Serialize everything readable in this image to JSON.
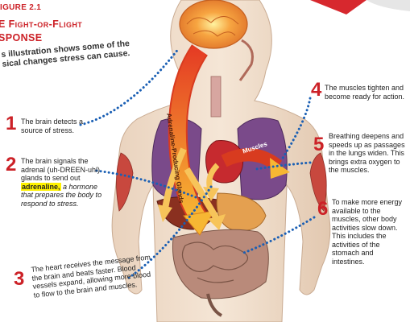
{
  "figure": {
    "label": "IGURE 2.1",
    "title_line1": "E Fight-or-Flight",
    "title_line2": "SPONSE",
    "intro": "s illustration shows some of the sical changes stress can cause."
  },
  "callouts": [
    {
      "number": "1",
      "text": "The brain detects a source of stress."
    },
    {
      "number": "2",
      "text_before": "The brain signals the adrenal (uh-DREEN-uhl) glands to send out",
      "keyword": "adrenaline,",
      "text_after": " a hormone that prepares the body to respond to stress."
    },
    {
      "number": "3",
      "text": "The heart receives the message from the brain and beats faster. Blood vessels expand, allowing more blood to flow to the brain and muscles."
    },
    {
      "number": "4",
      "text": "The muscles tighten and become ready for action."
    },
    {
      "number": "5",
      "text": "Breathing deepens and speeds up as passages in the lungs widen. This brings extra oxygen to the muscles."
    },
    {
      "number": "6",
      "text": "To make more energy available to the muscles, other body activities slow down. This includes the activities of the stomach and intestines."
    }
  ],
  "arrow_labels": {
    "adrenal": "Adrenaline-Producing Glands",
    "muscles": "Muscles"
  },
  "colors": {
    "accent_red": "#cc2127",
    "dot_blue": "#1a5fb4",
    "highlight": "#fff200",
    "arrow_orange": "#f7941d"
  }
}
